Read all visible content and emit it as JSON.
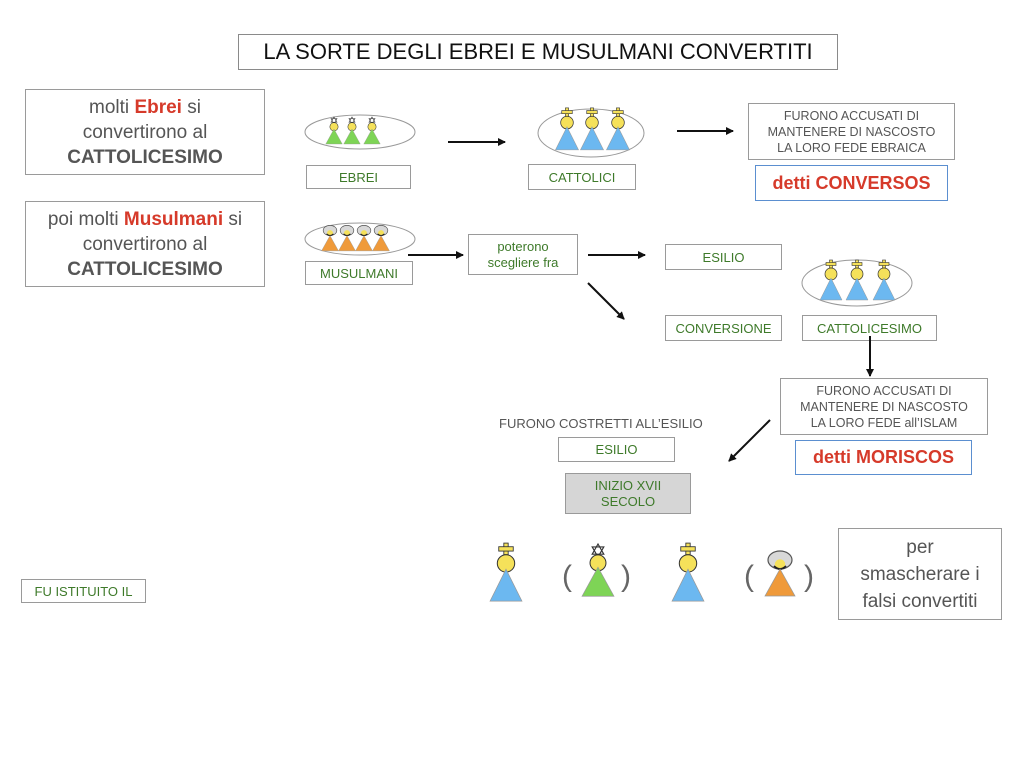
{
  "title": "LA SORTE DEGLI EBREI  E MUSULMANI CONVERTITI",
  "intro_boxes": [
    {
      "line1_pre": "molti ",
      "line1_hl": "Ebrei",
      "line1_post": " si",
      "line2": "convertirono al",
      "line3": "CATTOLICESIMO"
    },
    {
      "line1_pre": "poi molti ",
      "line1_hl": "Musulmani",
      "line1_post": " si",
      "line2": "convertirono al",
      "line3": "CATTOLICESIMO"
    }
  ],
  "jews_row": {
    "group_label": "EBREI",
    "target_label": "CATTOLICI",
    "accusation": [
      "FURONO ACCUSATI DI",
      "MANTENERE DI NASCOSTO",
      "LA LORO FEDE EBRAICA"
    ],
    "name_label": "detti CONVERSOS"
  },
  "muslims_row": {
    "group_label": "MUSULMANI",
    "choice_label": [
      "poterono",
      "scegliere fra"
    ],
    "option_exile": "ESILIO",
    "option_conversion": "CONVERSIONE",
    "conversion_result": "CATTOLICESIMO",
    "accusation": [
      "FURONO ACCUSATI DI",
      "MANTENERE DI NASCOSTO",
      "LA LORO FEDE all’ISLAM"
    ],
    "name_label": "detti MORISCOS",
    "forced_exile_text": "FURONO COSTRETTI ALL’ESILIO",
    "exile_label": "ESILIO",
    "period": [
      "INIZIO XVII",
      "SECOLO"
    ]
  },
  "bottom": {
    "instituted_label": "FU ISTITUITO IL",
    "purpose": [
      "per",
      "smascherare i",
      "falsi convertiti"
    ],
    "parens": [
      "(",
      ")",
      "(",
      ")"
    ]
  },
  "icons": {
    "jew": "star-of-david-figure",
    "catholic": "cross-figure",
    "muslim": "turban-figure"
  },
  "colors": {
    "accent_red": "#d63a2a",
    "label_green": "#3e7a2a",
    "catholic_blue": "#6cb8f0",
    "jew_green": "#7ed456",
    "muslim_orange": "#ef9a3a",
    "head_yellow": "#f5e15a",
    "detti_border": "#5b8fd0"
  }
}
